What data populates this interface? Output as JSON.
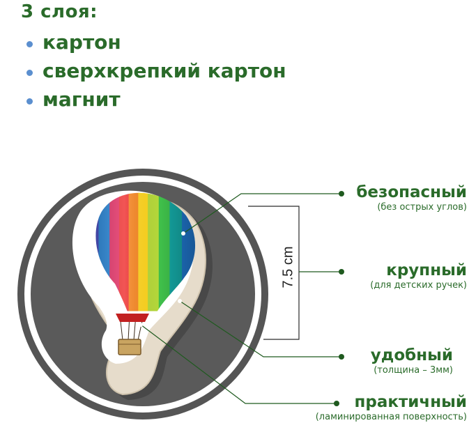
{
  "header": {
    "title": "3 слоя:",
    "layers": [
      "картон",
      "сверхкрепкий картон",
      "магнит"
    ]
  },
  "dimension": {
    "label": "7.5 cm"
  },
  "features": [
    {
      "title": "безопасный",
      "subtitle": "(без острых углов)"
    },
    {
      "title": "крупный",
      "subtitle": "(для детских ручек)"
    },
    {
      "title": "удобный",
      "subtitle": "(толщина – 3мм)"
    },
    {
      "title": "практичный",
      "subtitle": "(ламинированная поверхность)"
    }
  ],
  "colors": {
    "text_green": "#2a6b2a",
    "bullet_blue": "#5b8fcf",
    "disc_dark": "#555555",
    "callout_line": "#1f5a1f"
  }
}
